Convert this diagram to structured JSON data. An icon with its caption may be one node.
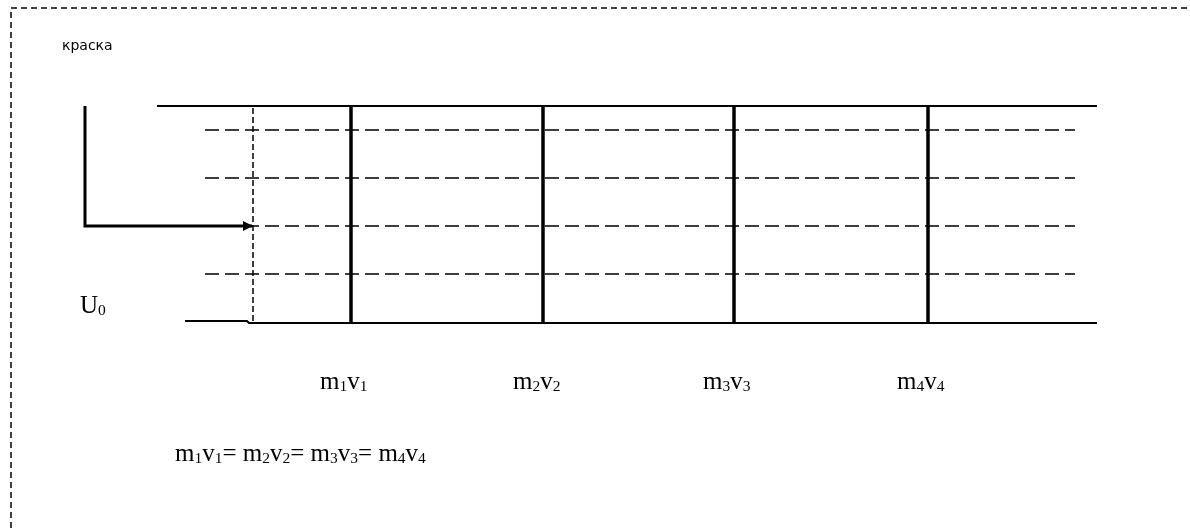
{
  "diagram": {
    "labels": [
      "краска",
      "U$_{0}$",
      "m$_{1}$v$_{1}$",
      "m$_{2}$v$_{2}$",
      "m$_{3}$v$_{3}$",
      "m$_{4}$v$_{4}$",
      "m$_{1}$v$_{1}$= m$_{2}$v$_{2}$= m$_{3}$v$_{3}$= m$_{4}$v$_{4}$"
    ]
  }
}
